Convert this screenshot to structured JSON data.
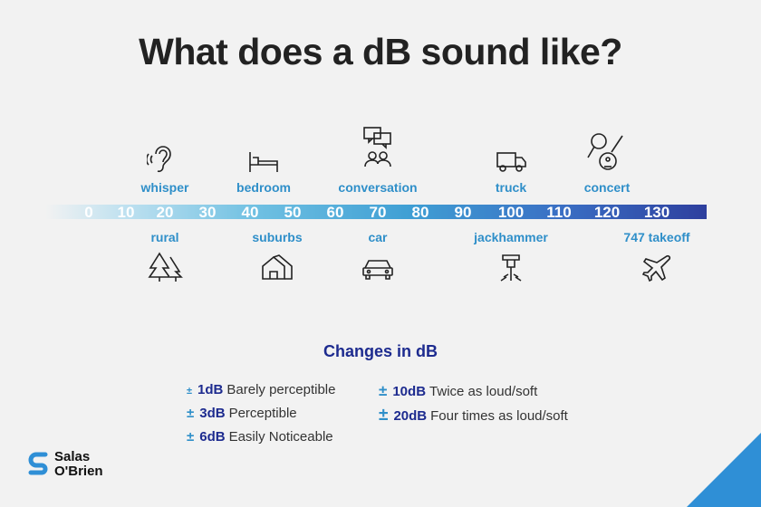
{
  "title": "What does a dB sound like?",
  "scale": {
    "ticks": [
      "0",
      "10",
      "20",
      "30",
      "40",
      "50",
      "60",
      "70",
      "80",
      "90",
      "100",
      "110",
      "120",
      "130"
    ]
  },
  "top_labels": [
    "whisper",
    "bedroom",
    "conversation",
    "truck",
    "concert"
  ],
  "bottom_labels": [
    "rural",
    "suburbs",
    "car",
    "jackhammer",
    "747 takeoff"
  ],
  "icons": {
    "top": [
      "ear-sound-icon",
      "bed-icon",
      "chat-people-icon",
      "truck-icon",
      "microphone-guitar-icon"
    ],
    "bottom": [
      "trees-icon",
      "house-icon",
      "car-icon",
      "jackhammer-icon",
      "airplane-icon"
    ]
  },
  "changes": {
    "title": "Changes in dB",
    "items": [
      {
        "sign": "±",
        "db": "1dB",
        "desc": "Barely perceptible"
      },
      {
        "sign": "±",
        "db": "3dB",
        "desc": "Perceptible"
      },
      {
        "sign": "±",
        "db": "6dB",
        "desc": "Easily Noticeable"
      },
      {
        "sign": "±",
        "db": "10dB",
        "desc": "Twice as loud/soft"
      },
      {
        "sign": "±",
        "db": "20dB",
        "desc": "Four times as loud/soft"
      }
    ]
  },
  "logo": {
    "line1": "Salas",
    "line2": "O'Brien"
  },
  "colors": {
    "accent_blue": "#2f8fc9",
    "navy": "#1d2b8f",
    "corner": "#2f8fd6"
  }
}
